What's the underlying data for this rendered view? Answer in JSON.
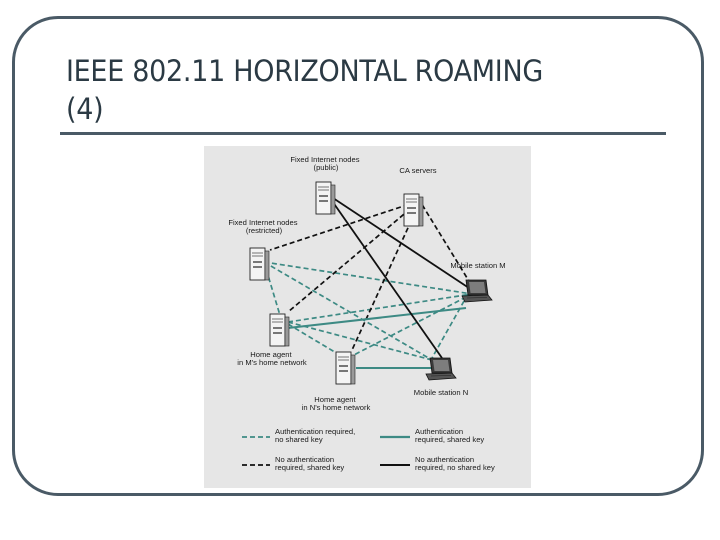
{
  "slide": {
    "title_line1": "IEEE 802.11 HORIZONTAL ROAMING",
    "title_line2": "(4)"
  },
  "figure": {
    "nodes": {
      "fixed_public": [
        "Fixed Internet nodes",
        "(public)"
      ],
      "ca_servers": [
        "CA servers"
      ],
      "fixed_restricted": [
        "Fixed Internet nodes",
        "(restricted)"
      ],
      "mobile_m": [
        "Mobile station M"
      ],
      "home_agent_m": [
        "Home agent",
        "in M's home network"
      ],
      "home_agent_n": [
        "Home agent",
        "in N's home network"
      ],
      "mobile_n": [
        "Mobile station N"
      ]
    },
    "legend": [
      {
        "style": "teal-dashed",
        "text": [
          "Authentication required,",
          "no shared key"
        ]
      },
      {
        "style": "teal-solid",
        "text": [
          "Authentication",
          "required, shared key"
        ]
      },
      {
        "style": "black-dashed",
        "text": [
          "No authentication",
          "required, shared key"
        ]
      },
      {
        "style": "black-solid",
        "text": [
          "No authentication",
          "required, no shared key"
        ]
      }
    ],
    "colors": {
      "teal": "#3d8a84",
      "black": "#111111",
      "figure_bg": "#e6e6e6"
    }
  }
}
